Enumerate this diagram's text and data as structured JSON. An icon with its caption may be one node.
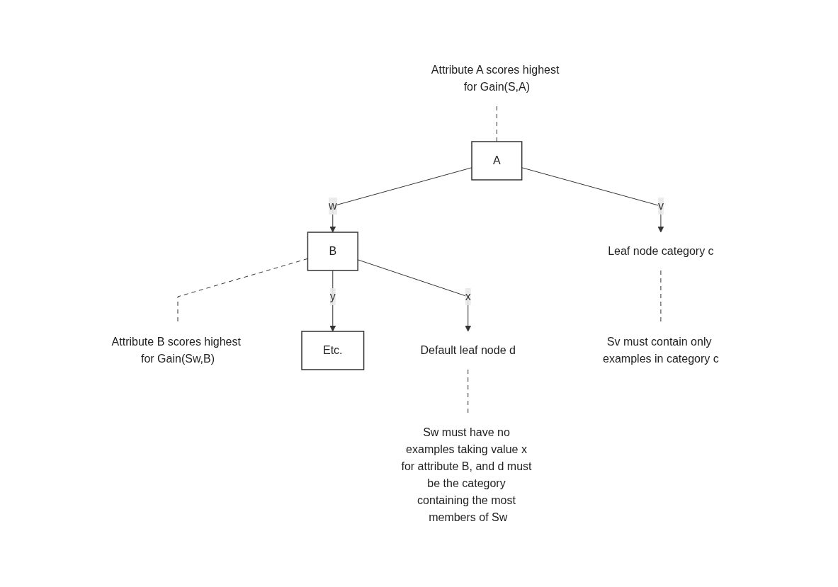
{
  "diagram": {
    "nodes": [
      {
        "text": [
          "A"
        ]
      },
      {
        "text": [
          "B"
        ]
      },
      {
        "text": [
          "Etc."
        ]
      },
      {
        "text": [
          "Leaf node category c"
        ]
      },
      {
        "text": [
          "Default leaf node d"
        ]
      },
      {
        "text": [
          "Attribute A scores highest for Gain(S,A)"
        ]
      },
      {
        "text": [
          "Attribute B scores highest for Gain(Sw,B)"
        ]
      },
      {
        "text": [
          "Sv must contain only examples in category c"
        ]
      },
      {
        "text": [
          "Sw must have no examples taking value x for attribute B, and d must be the category containing the most members of Sw"
        ]
      }
    ],
    "edges": [
      {
        "from": 5,
        "to": 0,
        "arrow": "none",
        "style": "dashed"
      },
      {
        "from": 0,
        "to": 3,
        "arrow": "to",
        "label": "v"
      },
      {
        "from": 0,
        "to": 1,
        "arrow": "to",
        "label": "w"
      },
      {
        "from": 6,
        "to": 1,
        "arrow": "none",
        "style": "dashed"
      },
      {
        "from": 7,
        "to": 3,
        "arrow": "none",
        "style": "dashed"
      },
      {
        "from": 1,
        "to": 2,
        "arrow": "to",
        "label": "y"
      },
      {
        "from": 1,
        "to": 4,
        "arrow": "to",
        "label": "x"
      },
      {
        "from": 8,
        "to": 4,
        "arrow": "none",
        "style": "dashed"
      }
    ]
  }
}
